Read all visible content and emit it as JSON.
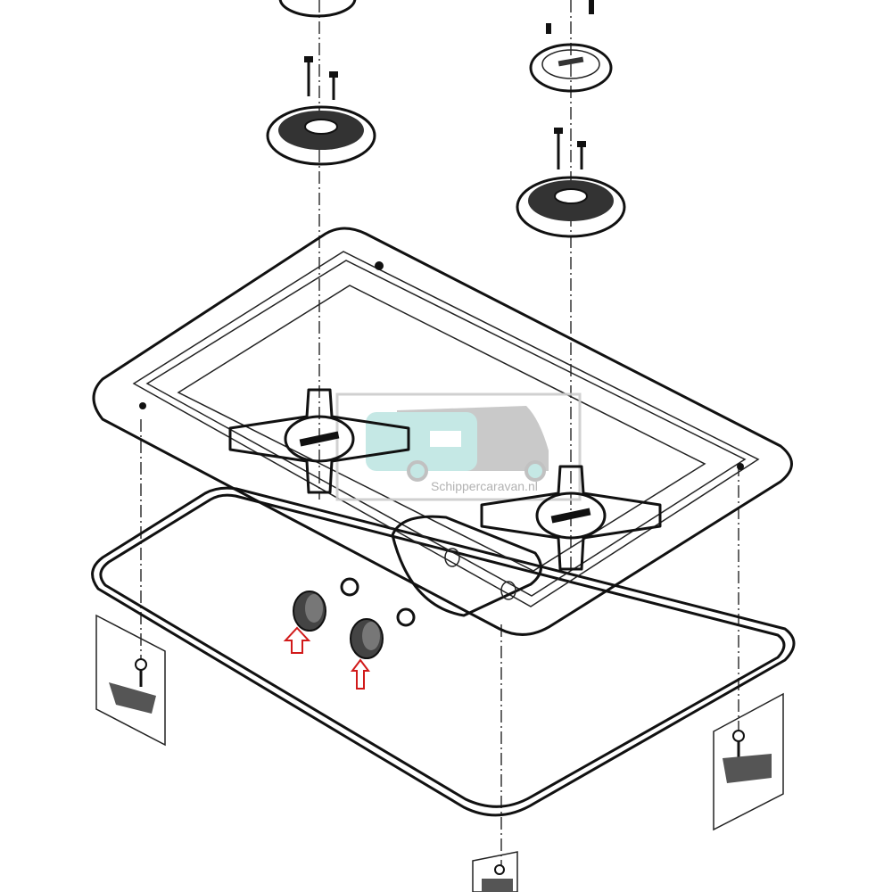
{
  "diagram": {
    "watermark": {
      "text": "Schippercaravan.nl",
      "colors": {
        "caravan": "#bfe6e3",
        "camper": "#c4c4c4"
      }
    },
    "arrow_color": "#d11a1a",
    "parts": [
      "burner-cap-small",
      "burner-cap-large",
      "screw",
      "hob-tray",
      "pan-support",
      "gasket",
      "control-knob",
      "nut",
      "mounting-clamp"
    ]
  }
}
